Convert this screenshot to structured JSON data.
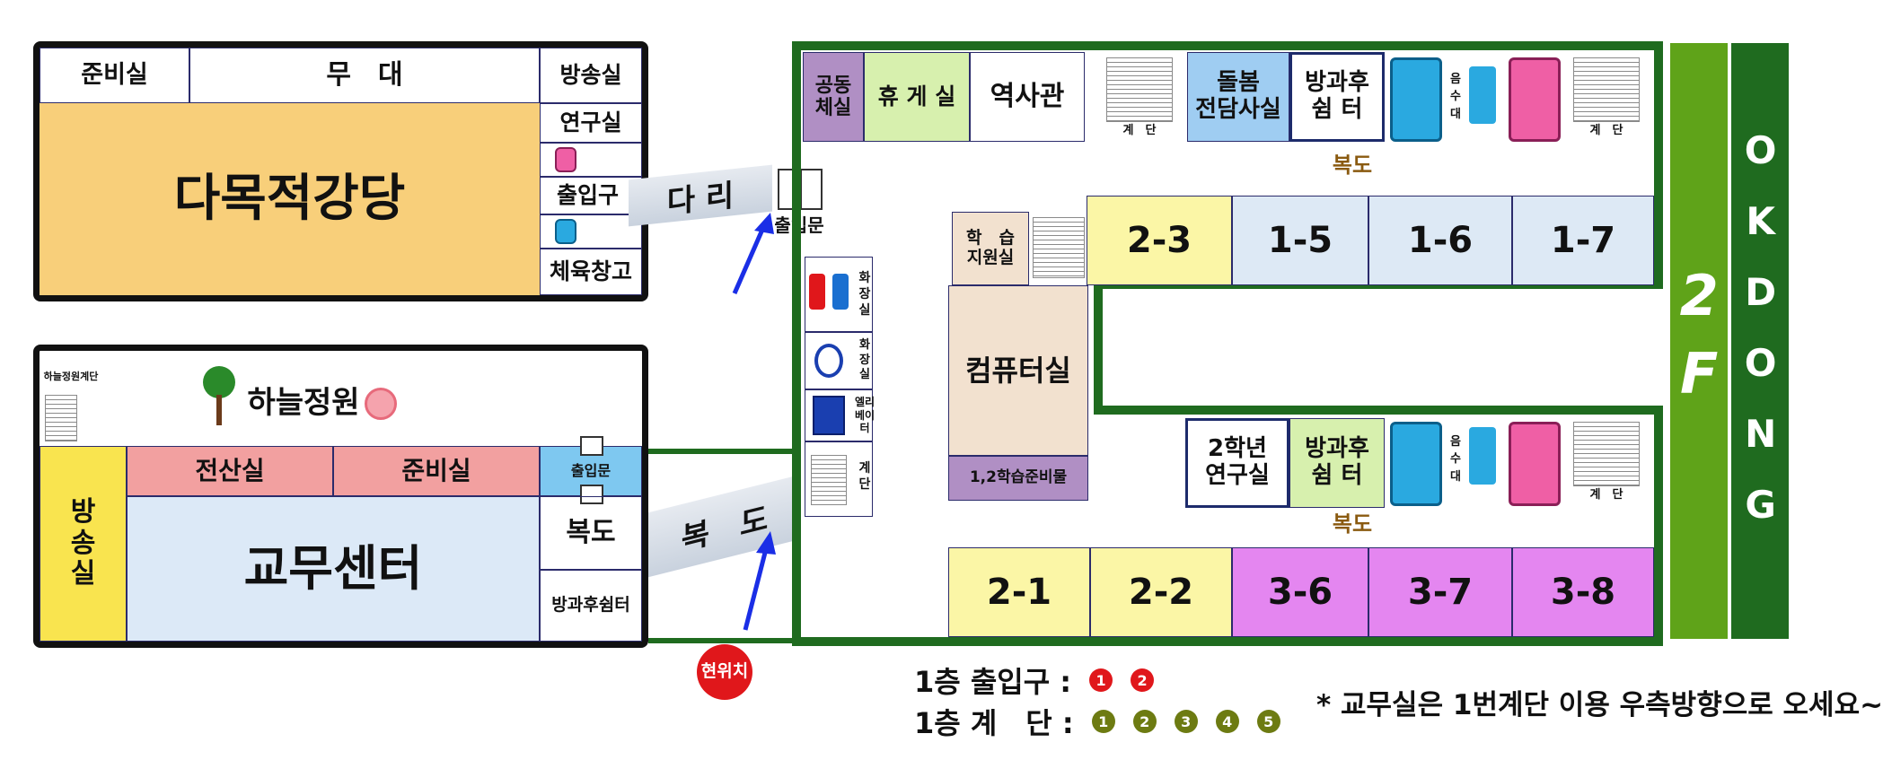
{
  "auditorium": {
    "prep": "준비실",
    "stage": "무　대",
    "name": "다목적강당",
    "broadcast": "방송실",
    "research": "연구실",
    "entrance": "출입구",
    "storage": "체육창고",
    "bridge": "다 리",
    "door": "출입문"
  },
  "office": {
    "stairs_label": "하늘정원계단",
    "garden": "하늘정원",
    "broadcast": "방\n송\n실",
    "computer": "전산실",
    "prep": "준비실",
    "center": "교무센터",
    "door": "출입문",
    "hall": "복도",
    "afterschool": "방과후쉼터",
    "corridor": "복　도",
    "current": "현위치"
  },
  "floor": {
    "gym": "공동\n체실",
    "lounge": "휴 게 실",
    "history": "역사관",
    "stairs": "계　단",
    "care": "돌봄\n전담사실",
    "after1": "방과후\n쉼 터",
    "fountain": "음\n수\n대",
    "stairs2": "계　단",
    "hall_top": "복도",
    "study": "학　습\n지원실",
    "r23": "2-3",
    "r15": "1-5",
    "r16": "1-6",
    "r17": "1-7",
    "computer": "컴퓨터실",
    "prep12": "1,2학습준비물",
    "restroom": "화\n장\n실",
    "accessible": "화\n장\n실",
    "elevator": "엘리\n베이\n터",
    "stairs3": "계\n단",
    "grade2": "2학년\n연구실",
    "after2": "방과후\n쉼 터",
    "fountain2": "음\n수\n대",
    "stairs4": "계　단",
    "hall_bottom": "복도",
    "r21": "2-1",
    "r22": "2-2",
    "r36": "3-6",
    "r37": "3-7",
    "r38": "3-8"
  },
  "side": {
    "level": "2F",
    "building": "OKDONG"
  },
  "legend": {
    "entrance_label": "1층 출입구 :",
    "entrance_nums": [
      "1",
      "2"
    ],
    "stairs_label": "1층 계　단 :",
    "stairs_nums": [
      "1",
      "2",
      "3",
      "4",
      "5"
    ],
    "note": "* 교무실은 1번계단 이용 우측방향으로 오세요~"
  },
  "colors": {
    "auditorium": "#f8cf7a",
    "pink_room": "#f2a0a0",
    "office": "#dce9f7",
    "yellow": "#f9e44f",
    "light_yellow": "#fbf6a6",
    "blue_room": "#dde9f5",
    "purple_room": "#e486f0",
    "green_frame": "#1f6b1f",
    "green_side": "#5fa319",
    "red_num": "#e0171b",
    "olive_num": "#6d7b12"
  }
}
